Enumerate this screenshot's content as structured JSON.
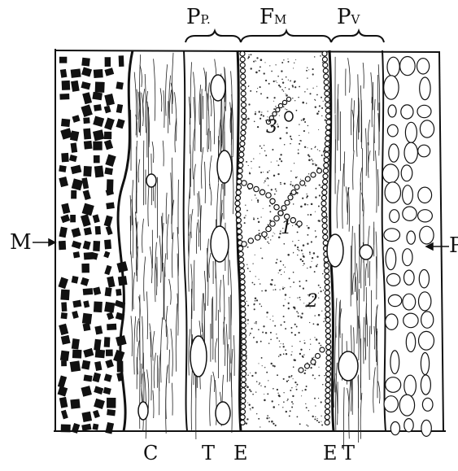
{
  "figure": {
    "top_labels": [
      {
        "main": "P",
        "sub": "P."
      },
      {
        "main": "F",
        "sub": "M"
      },
      {
        "main": "P",
        "sub": "V"
      }
    ],
    "side_labels": {
      "left": "M",
      "right": "P"
    },
    "bottom_labels": [
      "C",
      "T",
      "E",
      "E",
      "T"
    ],
    "numbers": [
      "1",
      "2",
      "3"
    ],
    "colors": {
      "ink": "#111111",
      "paper": "#ffffff"
    }
  }
}
